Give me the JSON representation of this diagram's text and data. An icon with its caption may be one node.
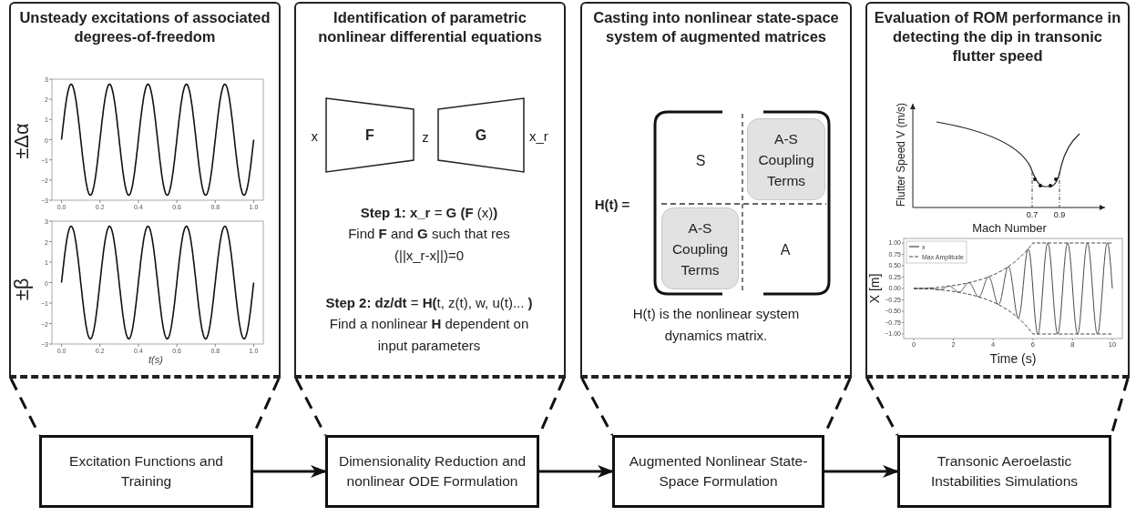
{
  "diagram": {
    "nodes": [
      {
        "text": [
          "Unsteady excitations of associated degrees-of-freedom"
        ]
      },
      {
        "text": [
          "Identification of parametric nonlinear differential equations",
          "**Step 1:  x_r** = **G (F** (x)**)**",
          "Find **F** and **G** such that res (||x_r-x||)=0",
          "**Step 2: dz/dt** = **H(**t, z(t), w, u(t)... **)**",
          "Find a nonlinear **H** dependent on input parameters"
        ]
      },
      {
        "text": [
          "F"
        ],
        "in": 1,
        "beside": [
          "x"
        ]
      },
      {
        "text": [
          "G"
        ],
        "in": 1,
        "beside": [
          "x_r"
        ]
      },
      {
        "text": [
          "Casting into nonlinear state-space system of augmented matrices",
          "H(t) is the nonlinear system dynamics matrix."
        ]
      },
      {
        "text": [
          "A-S Coupling Terms"
        ],
        "in": 4
      },
      {
        "text": [
          "A-S Coupling Terms"
        ],
        "in": 4
      },
      {
        "text": [
          "Evaluation of ROM performance in detecting the dip in transonic flutter speed"
        ]
      },
      {
        "text": [
          "Excitation Functions and Training"
        ]
      },
      {
        "text": [
          "Dimensionality Reduction and nonlinear ODE Formulation"
        ]
      },
      {
        "text": [
          "Augmented Nonlinear State-Space Formulation"
        ]
      },
      {
        "text": [
          "Transonic Aeroelastic Instabilities Simulations"
        ]
      }
    ],
    "edges": [
      {
        "from": 8,
        "to": 9,
        "arrow": "to"
      },
      {
        "from": 9,
        "to": 10,
        "arrow": "to"
      },
      {
        "from": 10,
        "to": 11,
        "arrow": "to"
      },
      {
        "from": 0,
        "to": 8,
        "arrow": "none",
        "style": "dashed"
      },
      {
        "from": 0,
        "to": 8,
        "arrow": "none",
        "style": "dashed"
      },
      {
        "from": 1,
        "to": 9,
        "arrow": "none",
        "style": "dashed"
      },
      {
        "from": 1,
        "to": 9,
        "arrow": "none",
        "style": "dashed"
      },
      {
        "from": 4,
        "to": 10,
        "arrow": "none",
        "style": "dashed"
      },
      {
        "from": 4,
        "to": 10,
        "arrow": "none",
        "style": "dashed"
      },
      {
        "from": 7,
        "to": 11,
        "arrow": "none",
        "style": "dashed"
      },
      {
        "from": 7,
        "to": 11,
        "arrow": "none",
        "style": "dashed"
      }
    ],
    "labels": [
      "±Δα",
      "±β",
      "3",
      "2",
      "1",
      "0",
      "−1",
      "−2",
      "−3",
      "0.0",
      "0.2",
      "0.4",
      "0.6",
      "0.8",
      "1.0",
      "3",
      "2",
      "1",
      "0",
      "−1",
      "−2",
      "−3",
      "0.0",
      "0.2",
      "0.4",
      "0.6",
      "0.8",
      "1.0",
      "t(s)",
      "z",
      "H(t) =",
      "S",
      "A",
      "Flutter Speed V (m/s)",
      "0.7",
      "0.9",
      "Mach Number",
      "X [m]",
      "1.00",
      "0.75",
      "0.50",
      "0.25",
      "0.00",
      "−0.25",
      "−0.50",
      "−0.75",
      "−1.00",
      "0",
      "2",
      "4",
      "6",
      "8",
      "10",
      "Time (s)"
    ],
    "legend": [
      {
        "text": "x"
      },
      {
        "text": "Max Amplitude"
      }
    ]
  }
}
